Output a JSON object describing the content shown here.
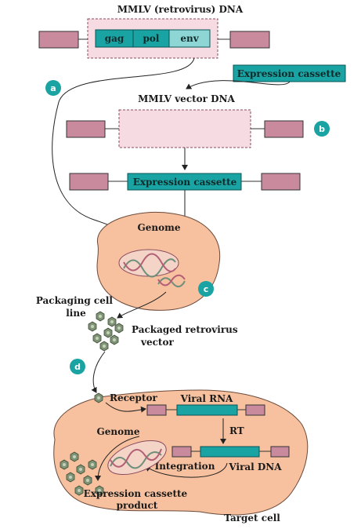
{
  "title": "MMLV (retrovirus) DNA",
  "genes": [
    "gag",
    "pol",
    "env"
  ],
  "expression_cassette": "Expression cassette",
  "vector_title": "MMLV vector DNA",
  "steps": [
    "a",
    "b",
    "c",
    "d"
  ],
  "genome_label": "Genome",
  "packaging_cell_line": "Packaging cell line",
  "packaged_vector": "Packaged retrovirus vector",
  "target": {
    "receptor": "Receptor",
    "viral_rna": "Viral RNA",
    "rt": "RT",
    "genome": "Genome",
    "integration": "Integration",
    "viral_dna": "Viral DNA",
    "product": "Expression cassette product",
    "target_cell": "Target cell"
  },
  "colors": {
    "ltr": "#c98a9e",
    "gene_box": "#1aa3a3",
    "gene_box_light": "#8ed6d6",
    "cell_fill": "#f7c09e",
    "virus": "#7f9474",
    "badge": "#1aa3a3",
    "dashed_box": "#f6dce2"
  },
  "icons": [
    "virus-particle-icon",
    "dna-helix-icon"
  ]
}
